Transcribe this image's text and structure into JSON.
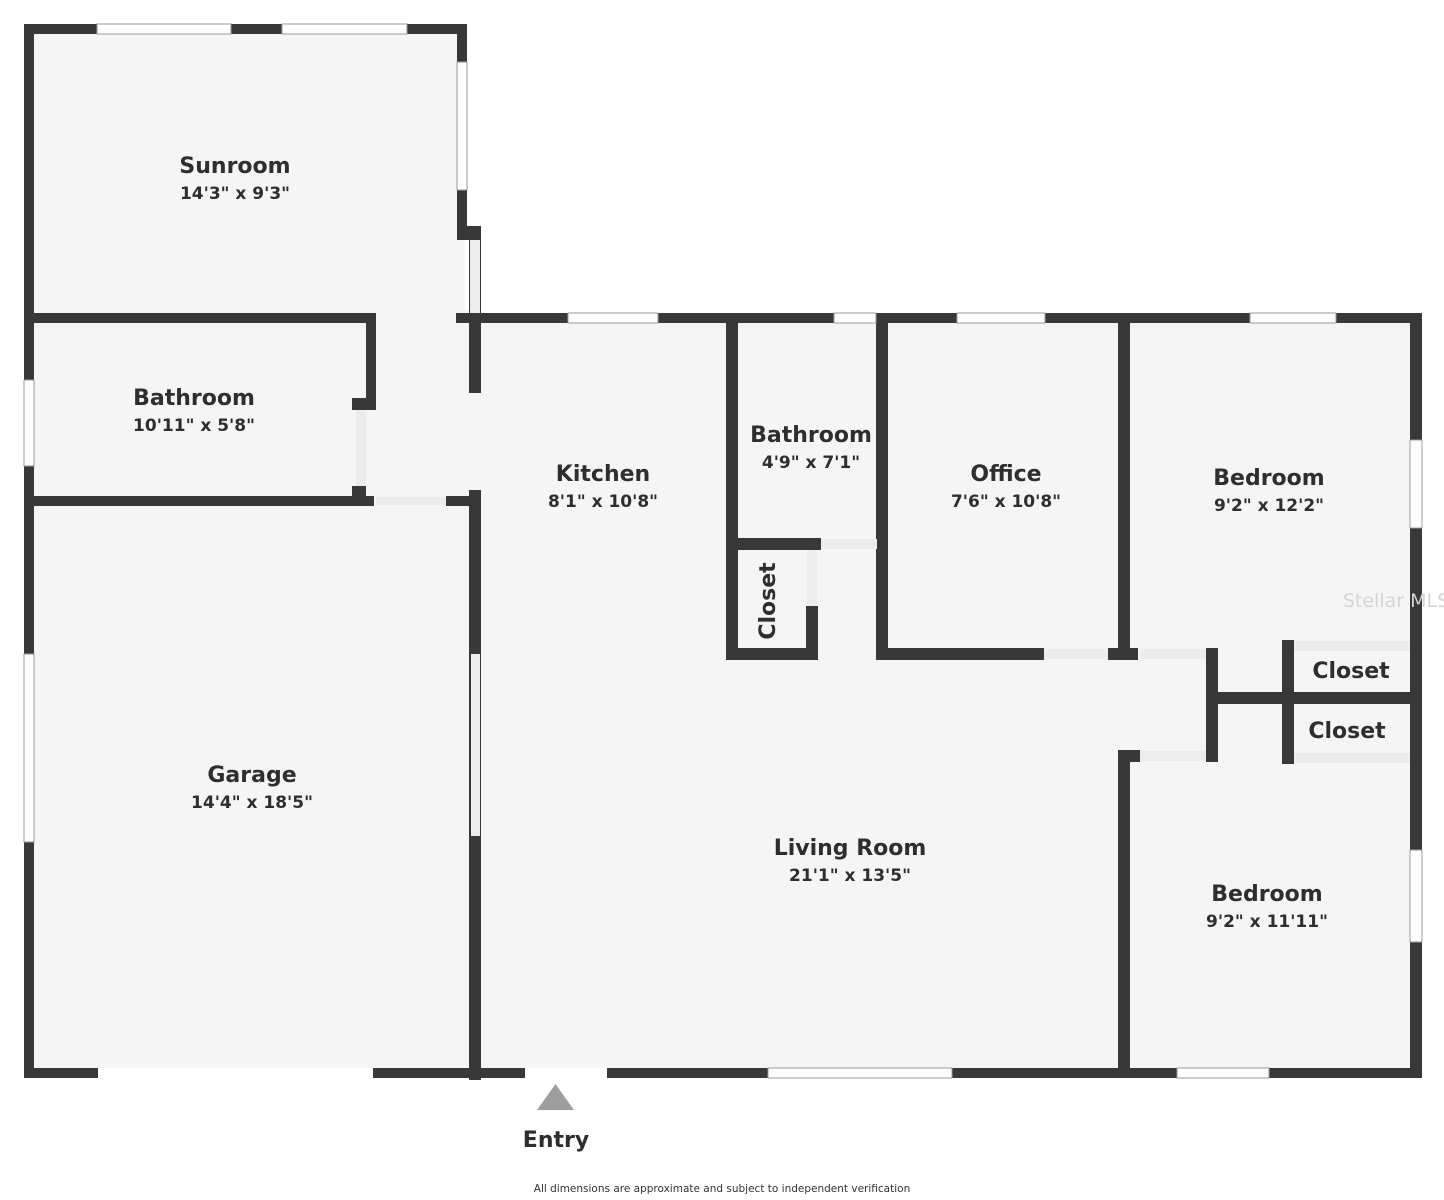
{
  "rooms": {
    "sunroom": {
      "name": "Sunroom",
      "dims": "14'3\" x 9'3\""
    },
    "bathroom_west": {
      "name": "Bathroom",
      "dims": "10'11\" x 5'8\""
    },
    "garage": {
      "name": "Garage",
      "dims": "14'4\" x 18'5\""
    },
    "kitchen": {
      "name": "Kitchen",
      "dims": "8'1\" x 10'8\""
    },
    "bathroom_hall": {
      "name": "Bathroom",
      "dims": "4'9\" x 7'1\""
    },
    "office": {
      "name": "Office",
      "dims": "7'6\" x 10'8\""
    },
    "bedroom_north": {
      "name": "Bedroom",
      "dims": "9'2\" x 12'2\""
    },
    "bedroom_south": {
      "name": "Bedroom",
      "dims": "9'2\" x 11'11\""
    },
    "living_room": {
      "name": "Living Room",
      "dims": "21'1\" x 13'5\""
    },
    "closet_hall": {
      "name": "Closet"
    },
    "closet_north": {
      "name": "Closet"
    },
    "closet_south": {
      "name": "Closet"
    }
  },
  "entry": {
    "label": "Entry"
  },
  "disclaimer": "All dimensions are approximate and subject to independent verification",
  "watermark": "Stellar MLS",
  "colors": {
    "wall": "#383838",
    "floor": "#f5f5f5",
    "window": "#ffffff",
    "entry_marker": "#9e9e9e"
  }
}
